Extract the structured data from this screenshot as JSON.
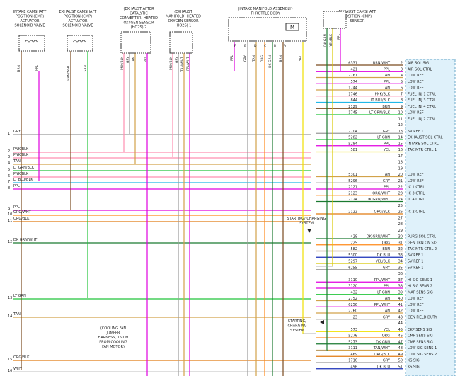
{
  "components": {
    "intake_cmp": "INTAKE CAMSHAFT POSITION (CMP) ACTUATOR SOLENOID VALVE",
    "exhaust_cmp": "EXHAUST CAMSHAFT POSITION (CMP) ACTUATOR SOLENOID VALVE",
    "ho2s2": "(EXHAUST AFTER CATALYTIC CONVERTER) HEATED OXYGEN SENSOR (HO2S) 2",
    "ho2s1": "(EXHAUST MANIFOLD) HEATED OXYGEN SENSOR (HO2S) 1",
    "throttle": "(INTAKE MANIFOLD ASSEMBLY) THROTTLE BODY",
    "cmp_sensor": "EXHAUST CAMSHAFT POSITION (CMP) SENSOR",
    "starting1": "STARTING/ CHARGING SYSTEM",
    "starting2": "STARTING/ CHARGING SYSTEM",
    "cooling_fan": "(COOLING FAN JUMPER HARNESS, 15 CM FROM COOLING FAN MOTOR)"
  },
  "throttle_pins": [
    "F",
    "E",
    "D",
    "C",
    "B",
    "A"
  ],
  "throttle_wires": [
    "PPL",
    "GRY",
    "TAN",
    "ORG",
    "DK GRN",
    "BRN",
    "YEL"
  ],
  "comp_wires": {
    "intake": [
      "BRN",
      "PPL"
    ],
    "exhaust": [
      "BRN/WHT",
      "LT GRN"
    ],
    "ho2s2": [
      "PNK/BLK",
      "GRY",
      "TAN",
      "PPL"
    ],
    "ho2s1": [
      "PNK/BLK",
      "GRY",
      "TAN/WHT",
      "PPL/WHT"
    ],
    "cmp": [
      "DK GRN",
      "YEL/BLK",
      "PPL"
    ]
  },
  "pcm_rows": [
    {
      "circuit": "6331",
      "color": "BRN/WHT",
      "pin": "2",
      "fn": "AIR SOL SIG"
    },
    {
      "circuit": "421",
      "color": "PPL",
      "pin": "3",
      "fn": "AIR SOL CTRL"
    },
    {
      "circuit": "2761",
      "color": "TAN",
      "pin": "4",
      "fn": "LOW REF"
    },
    {
      "circuit": "574",
      "color": "PPL",
      "pin": "5",
      "fn": "LOW REF"
    },
    {
      "circuit": "1744",
      "color": "TAN",
      "pin": "6",
      "fn": "LOW REF"
    },
    {
      "circuit": "1746",
      "color": "PNK/BLK",
      "pin": "7",
      "fn": "FUEL INJ 1 CTRL"
    },
    {
      "circuit": "844",
      "color": "LT BLU/BLK",
      "pin": "8",
      "fn": "FUEL INJ 3 CTRL"
    },
    {
      "circuit": "2129",
      "color": "BRN",
      "pin": "9",
      "fn": "FUEL INJ 4 CTRL"
    },
    {
      "circuit": "1745",
      "color": "LT GRN/BLK",
      "pin": "10",
      "fn": "LOW REF"
    },
    {
      "circuit": "",
      "color": "",
      "pin": "11",
      "fn": "FUEL INJ 2 CTRL"
    },
    {
      "circuit": "",
      "color": "",
      "pin": "12",
      "fn": ""
    },
    {
      "circuit": "2704",
      "color": "GRY",
      "pin": "13",
      "fn": "5V REF 1"
    },
    {
      "circuit": "5282",
      "color": "LT GRN",
      "pin": "14",
      "fn": "EXHAUST SOL CTRL"
    },
    {
      "circuit": "5284",
      "color": "PPL",
      "pin": "15",
      "fn": "INTAKE SOL CTRL"
    },
    {
      "circuit": "581",
      "color": "YEL",
      "pin": "16",
      "fn": "TAC MTR CTRL 1"
    },
    {
      "circuit": "",
      "color": "",
      "pin": "17",
      "fn": ""
    },
    {
      "circuit": "",
      "color": "",
      "pin": "18",
      "fn": ""
    },
    {
      "circuit": "",
      "color": "",
      "pin": "19",
      "fn": ""
    },
    {
      "circuit": "5301",
      "color": "TAN",
      "pin": "20",
      "fn": "LOW REF"
    },
    {
      "circuit": "5296",
      "color": "GRY",
      "pin": "21",
      "fn": "LOW REF"
    },
    {
      "circuit": "2121",
      "color": "PPL",
      "pin": "22",
      "fn": "IC 1 CTRL"
    },
    {
      "circuit": "2123",
      "color": "ORG/WHT",
      "pin": "23",
      "fn": "IC 3 CTRL"
    },
    {
      "circuit": "2124",
      "color": "DK GRN/WHT",
      "pin": "24",
      "fn": "IC 4 CTRL"
    },
    {
      "circuit": "",
      "color": "",
      "pin": "25",
      "fn": ""
    },
    {
      "circuit": "2122",
      "color": "ORG/BLK",
      "pin": "26",
      "fn": "IC 2 CTRL"
    },
    {
      "circuit": "",
      "color": "",
      "pin": "27",
      "fn": ""
    },
    {
      "circuit": "",
      "color": "",
      "pin": "28",
      "fn": ""
    },
    {
      "circuit": "",
      "color": "",
      "pin": "29",
      "fn": ""
    },
    {
      "circuit": "428",
      "color": "DK GRN/WHT",
      "pin": "30",
      "fn": "PURG SOL CTRL"
    },
    {
      "circuit": "225",
      "color": "ORG",
      "pin": "31",
      "fn": "GEN TRN ON SIG"
    },
    {
      "circuit": "582",
      "color": "BRN",
      "pin": "32",
      "fn": "TAC MTR CTRL 2"
    },
    {
      "circuit": "5300",
      "color": "DK BLU",
      "pin": "33",
      "fn": "5V REF 1"
    },
    {
      "circuit": "5297",
      "color": "YEL/BLK",
      "pin": "34",
      "fn": "5V REF 1"
    },
    {
      "circuit": "6255",
      "color": "GRY",
      "pin": "35",
      "fn": "5V REF 1"
    },
    {
      "circuit": "",
      "color": "",
      "pin": "36",
      "fn": ""
    },
    {
      "circuit": "3110",
      "color": "PPL/WHT",
      "pin": "37",
      "fn": "HI SIG SENS 1"
    },
    {
      "circuit": "3120",
      "color": "PPL",
      "pin": "38",
      "fn": "HI SIG SENS 2"
    },
    {
      "circuit": "432",
      "color": "LT GRN",
      "pin": "39",
      "fn": "MAP SENS SIG"
    },
    {
      "circuit": "2752",
      "color": "TAN",
      "pin": "40",
      "fn": "LOW REF"
    },
    {
      "circuit": "6256",
      "color": "PPL/WHT",
      "pin": "41",
      "fn": "LOW REF"
    },
    {
      "circuit": "2760",
      "color": "TAN",
      "pin": "42",
      "fn": "LOW REF"
    },
    {
      "circuit": "23",
      "color": "GRY",
      "pin": "43",
      "fn": "GEN FIELD DUTY"
    },
    {
      "circuit": "",
      "color": "",
      "pin": "44",
      "fn": ""
    },
    {
      "circuit": "573",
      "color": "YEL",
      "pin": "45",
      "fn": "CKP SENS SIG"
    },
    {
      "circuit": "5276",
      "color": "ORG",
      "pin": "46",
      "fn": "CMP SENS SIG"
    },
    {
      "circuit": "5273",
      "color": "DK GRN",
      "pin": "47",
      "fn": "CMP SENS SIG"
    },
    {
      "circuit": "3111",
      "color": "TAN/WHT",
      "pin": "48",
      "fn": "LOW SIG SENS 1"
    },
    {
      "circuit": "469",
      "color": "ORG/BLK",
      "pin": "49",
      "fn": "LOW SIG SENS 2"
    },
    {
      "circuit": "1716",
      "color": "GRY",
      "pin": "50",
      "fn": "KS SIG"
    },
    {
      "circuit": "496",
      "color": "DK BLU",
      "pin": "51",
      "fn": "KS SIG"
    }
  ],
  "left_wires": [
    {
      "num": "1",
      "label": "GRY"
    },
    {
      "num": "2",
      "label": "PNK/BLK"
    },
    {
      "num": "3",
      "label": "PNK/BLK"
    },
    {
      "num": "4",
      "label": "TAN"
    },
    {
      "num": "5",
      "label": "LT GRN/BLK"
    },
    {
      "num": "6",
      "label": "PNK/BLK"
    },
    {
      "num": "7",
      "label": "LT BLU/BLK"
    },
    {
      "num": "8",
      "label": "PPL"
    },
    {
      "num": "9",
      "label": "PPL"
    },
    {
      "num": "10",
      "label": "ORG/WHT"
    },
    {
      "num": "11",
      "label": "ORG/BLK"
    },
    {
      "num": "12",
      "label": "DK GRN/WHT"
    },
    {
      "num": "13",
      "label": "LT GRN"
    },
    {
      "num": "14",
      "label": "TAN"
    },
    {
      "num": "15",
      "label": "ORG/BLK"
    },
    {
      "num": "16",
      "label": "WHT"
    }
  ],
  "colors": {
    "BRN": "#7a4a1e",
    "BRN/WHT": "#7a4a1e",
    "PPL": "#e000e0",
    "PPL/WHT": "#e000e0",
    "TAN": "#d2a24a",
    "TAN/WHT": "#d2a24a",
    "PNK/BLK": "#ff8fb0",
    "LT BLU/BLK": "#22b8e8",
    "LT GRN/BLK": "#22c43a",
    "LT GRN": "#22c43a",
    "GRY": "#9a9a9a",
    "YEL": "#f0e000",
    "YEL/BLK": "#d8c800",
    "ORG": "#ff8a1a",
    "ORG/WHT": "#ff8a1a",
    "ORG/BLK": "#e07a10",
    "DK GRN/WHT": "#1a7a30",
    "DK GRN": "#1a7a30",
    "DK BLU": "#1a2fb8",
    "WHT": "#cccccc",
    "pcm_fill": "#dff1fa"
  }
}
